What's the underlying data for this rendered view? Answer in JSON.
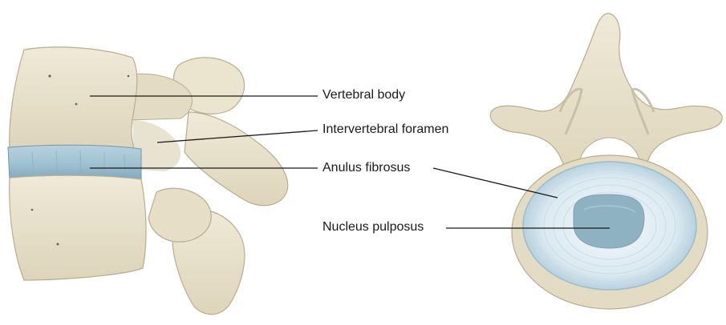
{
  "diagram": {
    "labels": {
      "vertebral_body": "Vertebral body",
      "intervertebral_foramen": "Intervertebral foramen",
      "anulus_fibrosus": "Anulus fibrosus",
      "nucleus_pulposus": "Nucleus pulposus"
    },
    "colors": {
      "bone": "#e8e1cc",
      "bone_shadow": "#c9c0a6",
      "bone_outline": "#b8ad8e",
      "disc_side": "#9fc0d1",
      "disc_side_dark": "#7ea6bb",
      "anulus": "#dbe9f1",
      "nucleus": "#8fb2c3",
      "leader_line": "#1a1a1a"
    }
  }
}
